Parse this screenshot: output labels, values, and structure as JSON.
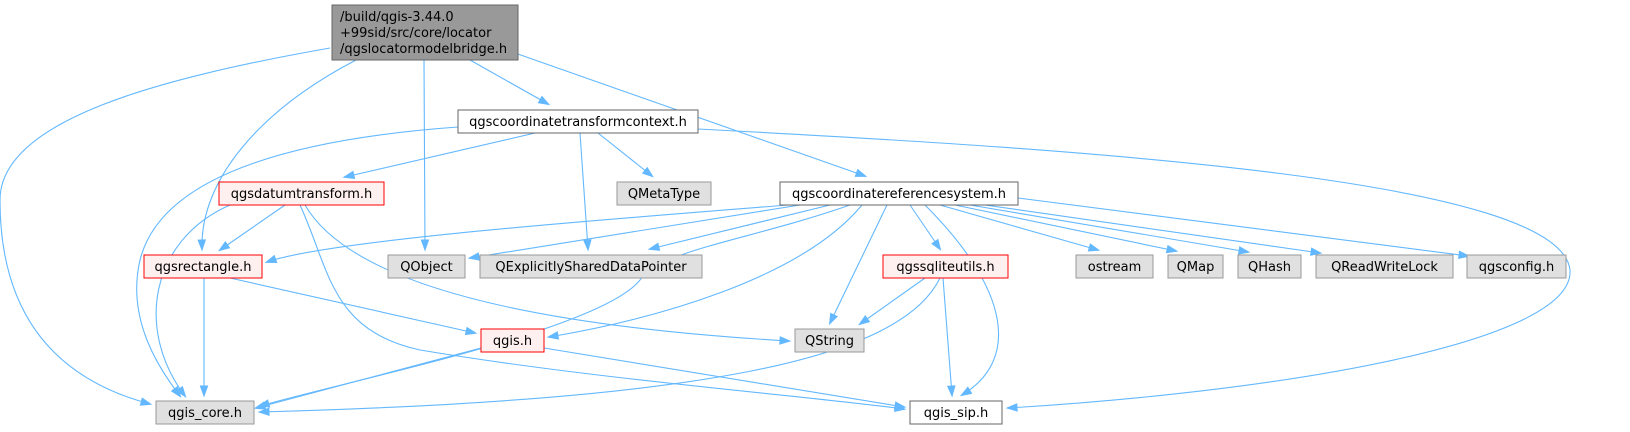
{
  "colors": {
    "edge": "#63b8ff",
    "root_fill": "#999999",
    "root_stroke": "#666666",
    "documented_fill": "#ffffff",
    "documented_stroke": "#666666",
    "incomplete_fill": "#fff0f0",
    "incomplete_stroke": "#ff0000",
    "external_fill": "#e0e0e0",
    "external_stroke": "#999999"
  },
  "nodes": {
    "root": {
      "lines": [
        "/build/qgis-3.44.0",
        "+99sid/src/core/locator",
        "/qgslocatormodelbridge.h"
      ],
      "style": "root"
    },
    "ctc": {
      "lines": [
        "qgscoordinatetransformcontext.h"
      ],
      "style": "documented"
    },
    "crs": {
      "lines": [
        "qgscoordinatereferencesystem.h"
      ],
      "style": "documented"
    },
    "datum": {
      "lines": [
        "qgsdatumtransform.h"
      ],
      "style": "incomplete"
    },
    "rect": {
      "lines": [
        "qgsrectangle.h"
      ],
      "style": "incomplete"
    },
    "sqlite": {
      "lines": [
        "qgssqliteutils.h"
      ],
      "style": "incomplete"
    },
    "qgis": {
      "lines": [
        "qgis.h"
      ],
      "style": "incomplete"
    },
    "qmetatype": {
      "lines": [
        "QMetaType"
      ],
      "style": "external"
    },
    "qobject": {
      "lines": [
        "QObject"
      ],
      "style": "external"
    },
    "qesdp": {
      "lines": [
        "QExplicitlySharedDataPointer"
      ],
      "style": "external"
    },
    "ostream": {
      "lines": [
        "ostream"
      ],
      "style": "external"
    },
    "qmap": {
      "lines": [
        "QMap"
      ],
      "style": "external"
    },
    "qhash": {
      "lines": [
        "QHash"
      ],
      "style": "external"
    },
    "qrwlock": {
      "lines": [
        "QReadWriteLock"
      ],
      "style": "external"
    },
    "qgsconfig": {
      "lines": [
        "qgsconfig.h"
      ],
      "style": "external"
    },
    "qstring": {
      "lines": [
        "QString"
      ],
      "style": "external"
    },
    "qgiscore": {
      "lines": [
        "qgis_core.h"
      ],
      "style": "external"
    },
    "qgissip": {
      "lines": [
        "qgis_sip.h"
      ],
      "style": "documented"
    }
  },
  "edges": [
    [
      "root",
      "qgiscore"
    ],
    [
      "root",
      "rect"
    ],
    [
      "root",
      "qobject"
    ],
    [
      "root",
      "ctc"
    ],
    [
      "root",
      "crs"
    ],
    [
      "ctc",
      "qgiscore"
    ],
    [
      "ctc",
      "datum"
    ],
    [
      "ctc",
      "qesdp"
    ],
    [
      "ctc",
      "qmetatype"
    ],
    [
      "ctc",
      "qgissip"
    ],
    [
      "datum",
      "qgiscore"
    ],
    [
      "datum",
      "rect"
    ],
    [
      "datum",
      "qstring"
    ],
    [
      "datum",
      "qgissip"
    ],
    [
      "rect",
      "qgiscore"
    ],
    [
      "rect",
      "qgis"
    ],
    [
      "crs",
      "rect"
    ],
    [
      "crs",
      "qobject"
    ],
    [
      "crs",
      "qesdp"
    ],
    [
      "crs",
      "qgiscore"
    ],
    [
      "crs",
      "qgis"
    ],
    [
      "crs",
      "qstring"
    ],
    [
      "crs",
      "sqlite"
    ],
    [
      "crs",
      "qgissip"
    ],
    [
      "crs",
      "ostream"
    ],
    [
      "crs",
      "qmap"
    ],
    [
      "crs",
      "qhash"
    ],
    [
      "crs",
      "qrwlock"
    ],
    [
      "crs",
      "qgsconfig"
    ],
    [
      "sqlite",
      "qstring"
    ],
    [
      "sqlite",
      "qgiscore"
    ],
    [
      "sqlite",
      "qgissip"
    ],
    [
      "qgis",
      "qgiscore"
    ],
    [
      "qgis",
      "qgissip"
    ]
  ]
}
